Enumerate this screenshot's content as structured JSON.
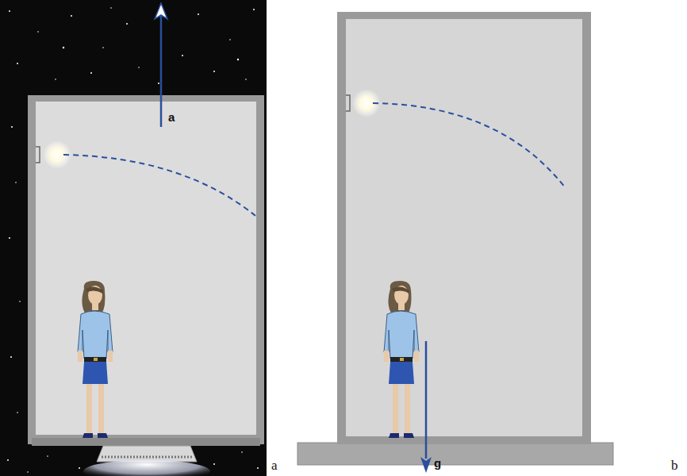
{
  "diagram": {
    "labels": [
      "a",
      "g",
      "a",
      "b"
    ]
  }
}
